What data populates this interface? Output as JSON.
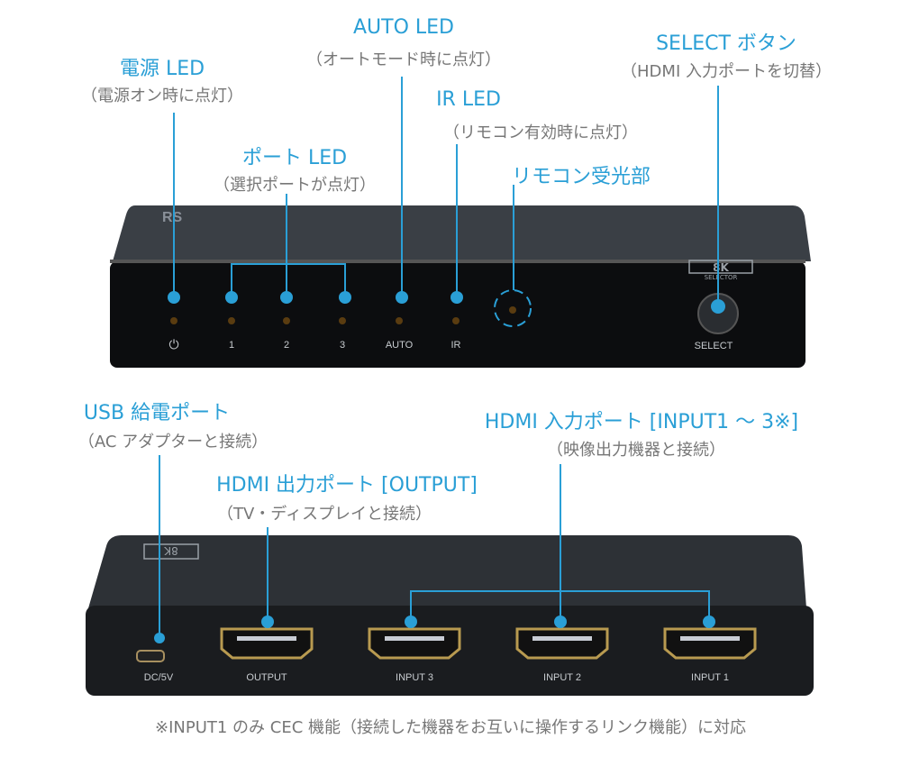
{
  "colors": {
    "accent": "#2a9fd6",
    "caption": "#777777",
    "device": "#1c1f22"
  },
  "front": {
    "callouts": [
      {
        "title": "電源 LED",
        "sub": "（電源オン時に点灯）"
      },
      {
        "title": "ポート LED",
        "sub": "（選択ポートが点灯）"
      },
      {
        "title": "AUTO LED",
        "sub": "（オートモード時に点灯）"
      },
      {
        "title": "IR LED",
        "sub": "（リモコン有効時に点灯）"
      },
      {
        "title": "リモコン受光部",
        "sub": ""
      },
      {
        "title": "SELECT ボタン",
        "sub": "（HDMI 入力ポートを切替）"
      }
    ],
    "panel_labels": [
      "⏻",
      "1",
      "2",
      "3",
      "AUTO",
      "IR",
      "SELECT"
    ],
    "badge": "8K",
    "badge_sub": "SELECTOR"
  },
  "back": {
    "callouts": [
      {
        "title": "USB 給電ポート",
        "sub": "（AC アダプターと接続）"
      },
      {
        "title": "HDMI 出力ポート [OUTPUT]",
        "sub": "（TV・ディスプレイと接続）"
      },
      {
        "title": "HDMI 入力ポート [INPUT1 〜 3※]",
        "sub": "（映像出力機器と接続）"
      }
    ],
    "panel_labels": [
      "DC/5V",
      "OUTPUT",
      "INPUT 3",
      "INPUT 2",
      "INPUT 1"
    ]
  },
  "footnote": "※INPUT1 のみ CEC 機能（接続した機器をお互いに操作するリンク機能）に対応"
}
